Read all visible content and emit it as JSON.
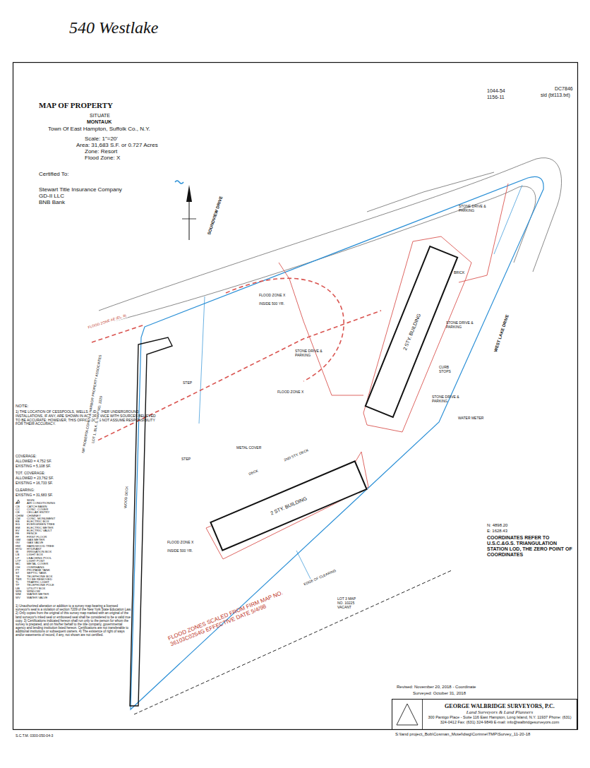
{
  "diagram": {
    "title": "MAP OF PROPERTY",
    "nodes": [
      {
        "text": [
          "2 STY. BUILDING"
        ]
      },
      {
        "text": [
          "2 STY. BUILDING"
        ]
      },
      {
        "text": [
          "GEORGE WALBRIDGE SURVEYORS, P.C.",
          "Land Surveyors & Land Planners",
          "300 Pantigo Place - Suite 116 East Hampton, Long Island, N.Y. 11937 Phone: (631) 324-0412 Fax: (631) 324-9849 E-mail: info@walbridgesurveyors.com"
        ]
      }
    ],
    "labels": [
      "540 Westlake",
      "1044-54",
      "1156-11",
      "DC7846",
      "sid (bt113.txt)",
      "SITUATE",
      "MONTAUK",
      "Town Of East Hampton, Suffolk Co., N.Y.",
      "Scale: 1\"=20'",
      "Area: 31,683 S.F. or 0.727 Acres",
      "Zone: Resort",
      "Flood Zone: X",
      "Certified To:",
      "Stewart Title Insurance Company",
      "GD-II LLC",
      "BNB Bank",
      "SOUNDVIEW DRIVE",
      "WEST LAKE DRIVE",
      "FLOOD ZONE X",
      "INSIDE 500 YR.",
      "FLOOD ZONE X",
      "FLOOD ZONE X",
      "INSIDE 500 YR.",
      "FLOOD ZONE AE (EL. 8)",
      "NOTE:",
      "1) THE LOCATION OF CESSPOOLS, WELLS AND OTHER UNDERGROUND INSTALLATIONS, IF ANY, ARE SHOWN IN ACCORDANCE WITH SOURCES BELIEVED TO BE ACCURATE; HOWEVER, THIS OFFICE DOES NOT ASSUME RESPONSIBILITY FOR THEIR ACCURACY.",
      "COVERAGE:",
      "ALLOWED = 4,752 SF.",
      "EXISTING = 5,108 SF.",
      "TOT. COVERAGE:",
      "ALLOWED = 23,762 SF.",
      "EXISTING = 16,733 SF.",
      "CLEARING:",
      "EXISTING = 31,683 SF.",
      "N: 4898.20",
      "E: 1628.43",
      "COORDINATES REFER TO U.S.C.&G.S. TRIANGULATION STATION LOD, THE ZERO POINT OF COORDINATES",
      "FLOOD ZONES SCALED FROM FIRM MAP NO. 36103C0254G EFFECTIVE DATE 5/4/98",
      "Revised: November 20, 2018 - Coordinate",
      "Surveyed: October 31, 2018",
      "S:\\land project_Bob\\Cosman_Motel\\dwg\\Corinne\\TMP\\Survey_11-20-18",
      "EDGE OF CLEARING",
      "LOT 3 MAP NO. 10225 VACANT",
      "N/F ROBERTA COHEN & HARBOR PROPERTY ASSOCIATES",
      "LOT 1, BLK. 5, MAP NO. 3329",
      "STONE DRIVE & PARKING",
      "STONE DRIVE & PARKING",
      "STONE DRIVE & PARKING",
      "STONE DRIVE & PARKING",
      "WOOD DECK",
      "STEP",
      "STEP",
      "DECK",
      "2ND STY. DECK",
      "CURB STOPS",
      "METAL COVER",
      "BRICK",
      "WATER METER",
      "S.C.T.M. 0300-050-04-3",
      "1) Unauthorized alteration or addition to a survey map bearing a licensed surveyor's seal is a violation of section 7209 of the New York State Education Law. 2) Only copies from the original of this survey map marked with an original of the land surveyor's inked seal or embossed seal shall be considered to be a valid true copy. 3) Certifications indicated hereon shall run only to the person for whom the survey is prepared, and on his/her behalf to the title company, governmental agency and lending institution listed hereon. Certifications are not transferable to additional institutions or subsequent owners. 4) The existence of right of ways and/or easements of record, if any, not shown are not certified.",
      "SIGN",
      "AC",
      "AIR CONDITIONING",
      "CB",
      "CATCH BASIN",
      "CC",
      "CONC. COVER",
      "CE",
      "CELLAR ENTRY",
      "CHIM",
      "CHIMNEY",
      "CM",
      "CONC. MONUMENT",
      "EB",
      "ELECTRIC BOX",
      "EG",
      "EVERGREEN TREE",
      "EM",
      "ELECTRIC METER",
      "EV",
      "ELECTRIC VAULT",
      "FE",
      "FENCE",
      "FF",
      "FIRST FLOOR",
      "GM",
      "GAS METER",
      "GV",
      "GAS VALVE",
      "HW",
      "HARDWOOD TREE",
      "HYD",
      "HYDRANT",
      "IB",
      "IRRIGATION BOX",
      "LB",
      "LIGHT BOX",
      "LP",
      "LEACHING POOL",
      "LTP",
      "LIGHT POST",
      "MC",
      "METAL COVER",
      "OH",
      "OVERHANG",
      "PT",
      "PROPANE TANK",
      "ST",
      "SEPTIC TANK",
      "TB",
      "TELEPHONE BOX",
      "TBR",
      "TO BE REMOVED",
      "TL",
      "TRAFFIC LIGHT",
      "TP",
      "TELEPHONE POLE",
      "UB",
      "UTILITY BOX",
      "WIN",
      "WINDOW",
      "WM",
      "WATER METER",
      "WV",
      "WATER VALVE"
    ]
  }
}
